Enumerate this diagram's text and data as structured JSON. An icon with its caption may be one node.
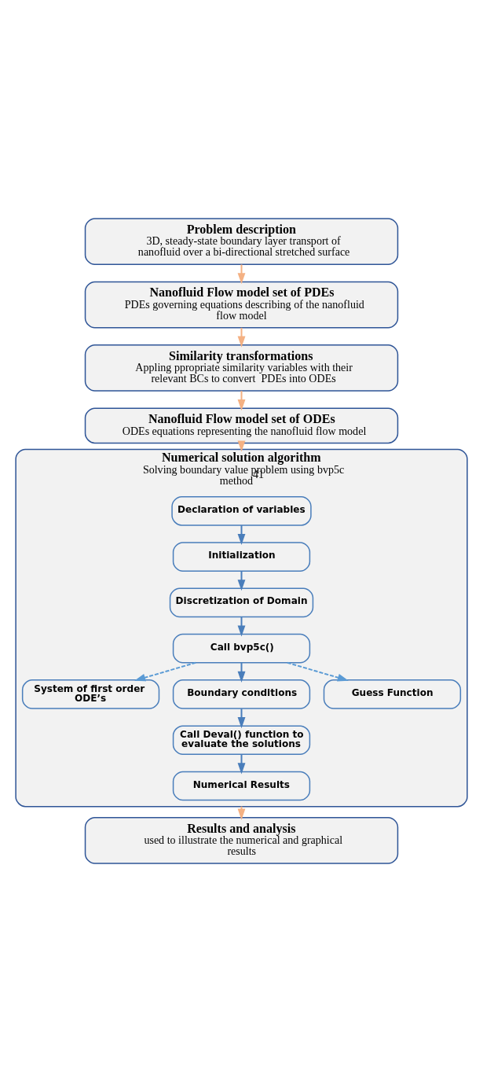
{
  "diagram": {
    "nodes": [
      {
        "text": [
          "Problem description",
          "3D, steady-state boundary layer transport of nanofluid over a bi-directional stretched surface"
        ]
      },
      {
        "text": [
          "Nanofluid Flow model set of PDEs",
          "PDEs governing equations describing of the nanofluid flow model"
        ]
      },
      {
        "text": [
          "Similarity transformations",
          "Appling ppropriate similarity variables with their relevant BCs to convert  PDEs into ODEs"
        ]
      },
      {
        "text": [
          "Nanofluid Flow model set of ODEs",
          "ODEs equations representing the nanofluid flow model"
        ]
      },
      {
        "text": [
          "Numerical solution algorithm",
          "Solving boundary value problem using bvp5c method$^{41}$"
        ]
      },
      {
        "text": [
          "Declaration of variables"
        ],
        "in": 4
      },
      {
        "text": [
          "Initialization"
        ],
        "in": 4
      },
      {
        "text": [
          "Discretization of Domain"
        ],
        "in": 4
      },
      {
        "text": [
          "Call bvp5c()"
        ],
        "in": 4
      },
      {
        "text": [
          "System of first order ODE’s"
        ],
        "in": 4
      },
      {
        "text": [
          "Boundary conditions"
        ],
        "in": 4
      },
      {
        "text": [
          "Guess Function"
        ],
        "in": 4
      },
      {
        "text": [
          "Call Deval() function to evaluate the solutions"
        ],
        "in": 4
      },
      {
        "text": [
          "Numerical Results"
        ],
        "in": 4
      },
      {
        "text": [
          "Results and analysis",
          "used to illustrate the numerical and graphical results"
        ]
      }
    ],
    "edges": [
      {
        "from": 0,
        "to": 1,
        "arrow": "to",
        "color": "#f4b183"
      },
      {
        "from": 1,
        "to": 2,
        "arrow": "to",
        "color": "#f4b183"
      },
      {
        "from": 2,
        "to": 3,
        "arrow": "to",
        "color": "#f4b183"
      },
      {
        "from": 3,
        "to": 4,
        "arrow": "to",
        "color": "#f4b183"
      },
      {
        "from": 5,
        "to": 6,
        "arrow": "to"
      },
      {
        "from": 6,
        "to": 7,
        "arrow": "to"
      },
      {
        "from": 7,
        "to": 8,
        "arrow": "to"
      },
      {
        "from": 8,
        "to": 9,
        "arrow": "to",
        "style": "dashed",
        "color": "#5b9bd5"
      },
      {
        "from": 8,
        "to": 10,
        "arrow": "to"
      },
      {
        "from": 8,
        "to": 11,
        "arrow": "to",
        "style": "dashed",
        "color": "#5b9bd5"
      },
      {
        "from": 10,
        "to": 12,
        "arrow": "to"
      },
      {
        "from": 12,
        "to": 13,
        "arrow": "to"
      },
      {
        "from": 4,
        "to": 14,
        "arrow": "to",
        "color": "#f4b183"
      }
    ]
  }
}
